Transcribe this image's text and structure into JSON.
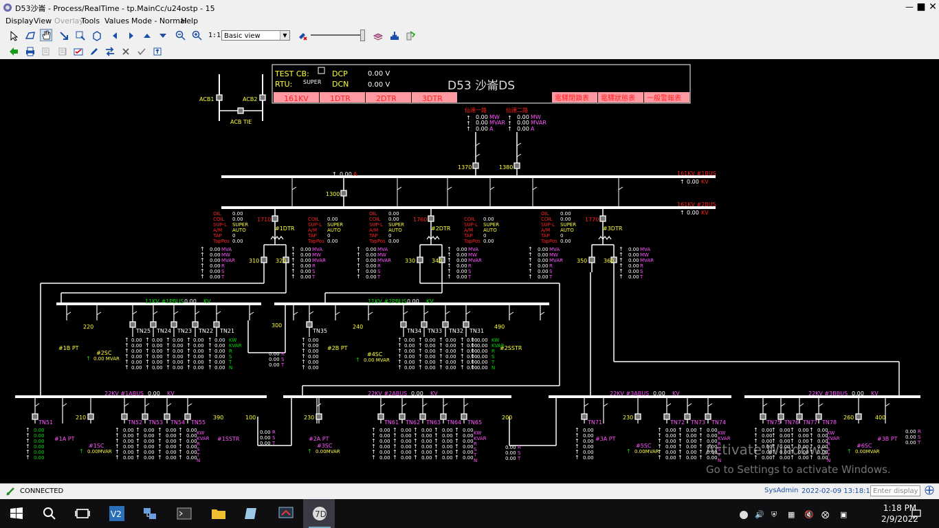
{
  "window": {
    "title": "D53沙崙 - Process/RealTime - tp.MainCc/u24ostp - 15"
  },
  "menu": [
    {
      "label": "Display",
      "enabled": true
    },
    {
      "label": "View",
      "enabled": true
    },
    {
      "label": "Overlay",
      "enabled": false
    },
    {
      "label": "Tools",
      "enabled": true
    },
    {
      "label": "Values",
      "enabled": true
    },
    {
      "label": "Mode - Normal",
      "enabled": true
    },
    {
      "label": "Help",
      "enabled": true
    }
  ],
  "toolbar": {
    "zoom_label": "1:1",
    "view_select": "Basic view"
  },
  "header_panel": {
    "test_cb_label": "TEST CB:",
    "rtu_label": "RTU:",
    "rtu_value": "SUPER",
    "dcp_label": "DCP",
    "dcn_label": "DCN",
    "dcp_value": "0.00 V",
    "dcn_value": "0.00 V",
    "station_title": "D53 沙崙DS",
    "tabs": [
      "161KV",
      "1DTR",
      "2DTR",
      "3DTR"
    ],
    "red_buttons": [
      "電驛閉鎖表",
      "電驛狀態表",
      "一般警報表"
    ]
  },
  "acb": {
    "left": "ACB1",
    "right": "ACB2",
    "tie": "ACB TIE"
  },
  "incoming": [
    {
      "name": "仙達一路",
      "mw": "0.00",
      "mvar": "0.00",
      "a": "0.00",
      "breaker": "1370"
    },
    {
      "name": "仙達二路",
      "mw": "0.00",
      "mvar": "0.00",
      "a": "0.00",
      "breaker": "1380"
    }
  ],
  "bus161": [
    {
      "label": "161KV #1BUS",
      "value": "0.00",
      "unit": "KV"
    },
    {
      "label": "161KV #2BUS",
      "value": "0.00",
      "unit": "KV"
    }
  ],
  "tie_161": {
    "breaker": "1300",
    "a": "0.00",
    "a_unit": "A"
  },
  "transformers": [
    {
      "name": "#1DTR",
      "breaker": "1710",
      "lv_a": "310",
      "lv_b": "320",
      "ctrl": {
        "oil": "0.00",
        "coil": "0.00",
        "supl": "SUPER",
        "am": "AUTO",
        "tap": "0",
        "tappos": "0.00"
      },
      "ctrl2": {
        "coil": "0.00",
        "supl": "SUPER",
        "am": "AUTO",
        "tap": "0",
        "tappos": "0.00"
      }
    },
    {
      "name": "#2DTR",
      "breaker": "1760",
      "lv_a": "330",
      "lv_b": "340",
      "ctrl": {
        "oil": "0.00",
        "coil": "0.00",
        "supl": "SUPER",
        "am": "AUTO",
        "tap": "0",
        "tappos": "0.00"
      },
      "ctrl2": {
        "coil": "0.00",
        "supl": "SUPER",
        "am": "AUTO",
        "tap": "0",
        "tappos": "0.00"
      }
    },
    {
      "name": "#3DTR",
      "breaker": "1770",
      "lv_a": "350",
      "lv_b": "360",
      "ctrl": {
        "oil": "0.00",
        "coil": "0.00",
        "supl": "SUPER",
        "am": "AUTO",
        "tap": "0",
        "tappos": "0.00"
      }
    }
  ],
  "meas_labels": [
    "MVA",
    "MW",
    "MVAR",
    "R",
    "S",
    "T"
  ],
  "ctrl_labels": [
    "OIL",
    "COIL",
    "SUP-L",
    "A/M",
    "TAP",
    "TapPos"
  ],
  "bus11": [
    {
      "label": "11KV #1PBUS",
      "value": "0.00",
      "unit": "KV"
    },
    {
      "label": "11KV #2PBUS",
      "value": "0.00",
      "unit": "KV"
    }
  ],
  "feeders11_a": [
    "TN25",
    "TN24",
    "TN23",
    "TN22",
    "TN21"
  ],
  "feeders11_b": [
    "TN35",
    "TN34",
    "TN33",
    "TN32",
    "TN31"
  ],
  "bus11_misc": {
    "pt1": "#1B PT",
    "sc1": "#2SC",
    "mvar1": "0.00 MVAR",
    "b220": "220",
    "b300": "300",
    "pt2": "#2B PT",
    "sc2": "#4SC",
    "mvar2": "0.00 MVAR",
    "b240": "240",
    "b490": "490",
    "sstr": "#2SSTR"
  },
  "bus22": [
    {
      "label": "22KV #1ABUS",
      "value": "0.00",
      "unit": "KV"
    },
    {
      "label": "22KV #2ABUS",
      "value": "0.00",
      "unit": "KV"
    },
    {
      "label": "22KV #3ABUS",
      "value": "0.00",
      "unit": "KV"
    },
    {
      "label": "22KV #3BBUS",
      "value": "0.00",
      "unit": "KV"
    }
  ],
  "feeders22": [
    {
      "pt": "#1A PT",
      "pt_b": "210",
      "sc": "#1SC",
      "mvar": "0.00MVAR",
      "feeders": [
        "TN51",
        "TN52",
        "TN53",
        "TN54",
        "TN55"
      ],
      "extra": "390",
      "extra_lbl": "#1SSTR",
      "tie": "100"
    },
    {
      "pt": "#2A PT",
      "pt_b": "230",
      "sc": "#3SC",
      "mvar": "0.00MVAR",
      "feeders": [
        "TN61",
        "TN62",
        "TN63",
        "TN64",
        "TN65"
      ],
      "tie": "200"
    },
    {
      "pt": "#3A PT",
      "pt_b": "230",
      "sc": "#5SC",
      "mvar": "0.00MVAR",
      "feeders": [
        "TN71",
        "TN72",
        "TN73",
        "TN74"
      ]
    },
    {
      "pt": "#3B PT",
      "pt_b": "260",
      "sc": "#6SC",
      "mvar": "0.00MVAR",
      "feeders": [
        "TN75",
        "TN76",
        "TN77",
        "TN78"
      ],
      "tie": "400"
    }
  ],
  "feeder_meas_labels": [
    "KW",
    "KVAR",
    "R",
    "S",
    "T",
    "N"
  ],
  "zero": "0.00",
  "watermark": {
    "line1": "Activate Windows",
    "line2": "Go to Settings to activate Windows."
  },
  "status": {
    "connection": "CONNECTED",
    "user": "SysAdmin",
    "datetime": "2022-02-09 13:18:11",
    "enter_display_placeholder": "Enter display id"
  },
  "taskbar": {
    "time": "1:18 PM",
    "date": "2/9/2022"
  }
}
